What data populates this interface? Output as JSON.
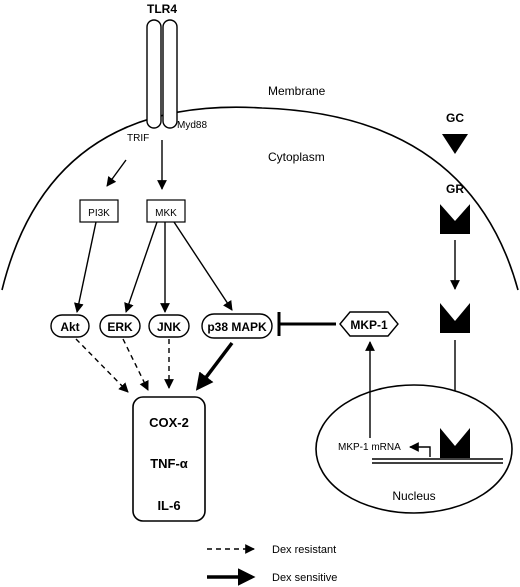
{
  "receptor": {
    "name": "TLR4",
    "adaptor_left": "TRIF",
    "adaptor_right": "Myd88"
  },
  "regions": {
    "membrane": "Membrane",
    "cytoplasm": "Cytoplasm",
    "nucleus": "Nucleus"
  },
  "kinases_upstream": {
    "pi3k": "PI3K",
    "mkk": "MKK"
  },
  "kinases": {
    "akt": "Akt",
    "erk": "ERK",
    "jnk": "JNK",
    "p38": "p38 MAPK"
  },
  "phosphatase": "MKP-1",
  "mrna": "MKP-1 mRNA",
  "outputs": {
    "cox2": "COX-2",
    "tnf": "TNF-α",
    "il6": "IL-6"
  },
  "glucocorticoid": {
    "gc": "GC",
    "gr": "GR"
  },
  "legend": {
    "dashed": "Dex resistant",
    "solid": "Dex sensitive"
  }
}
